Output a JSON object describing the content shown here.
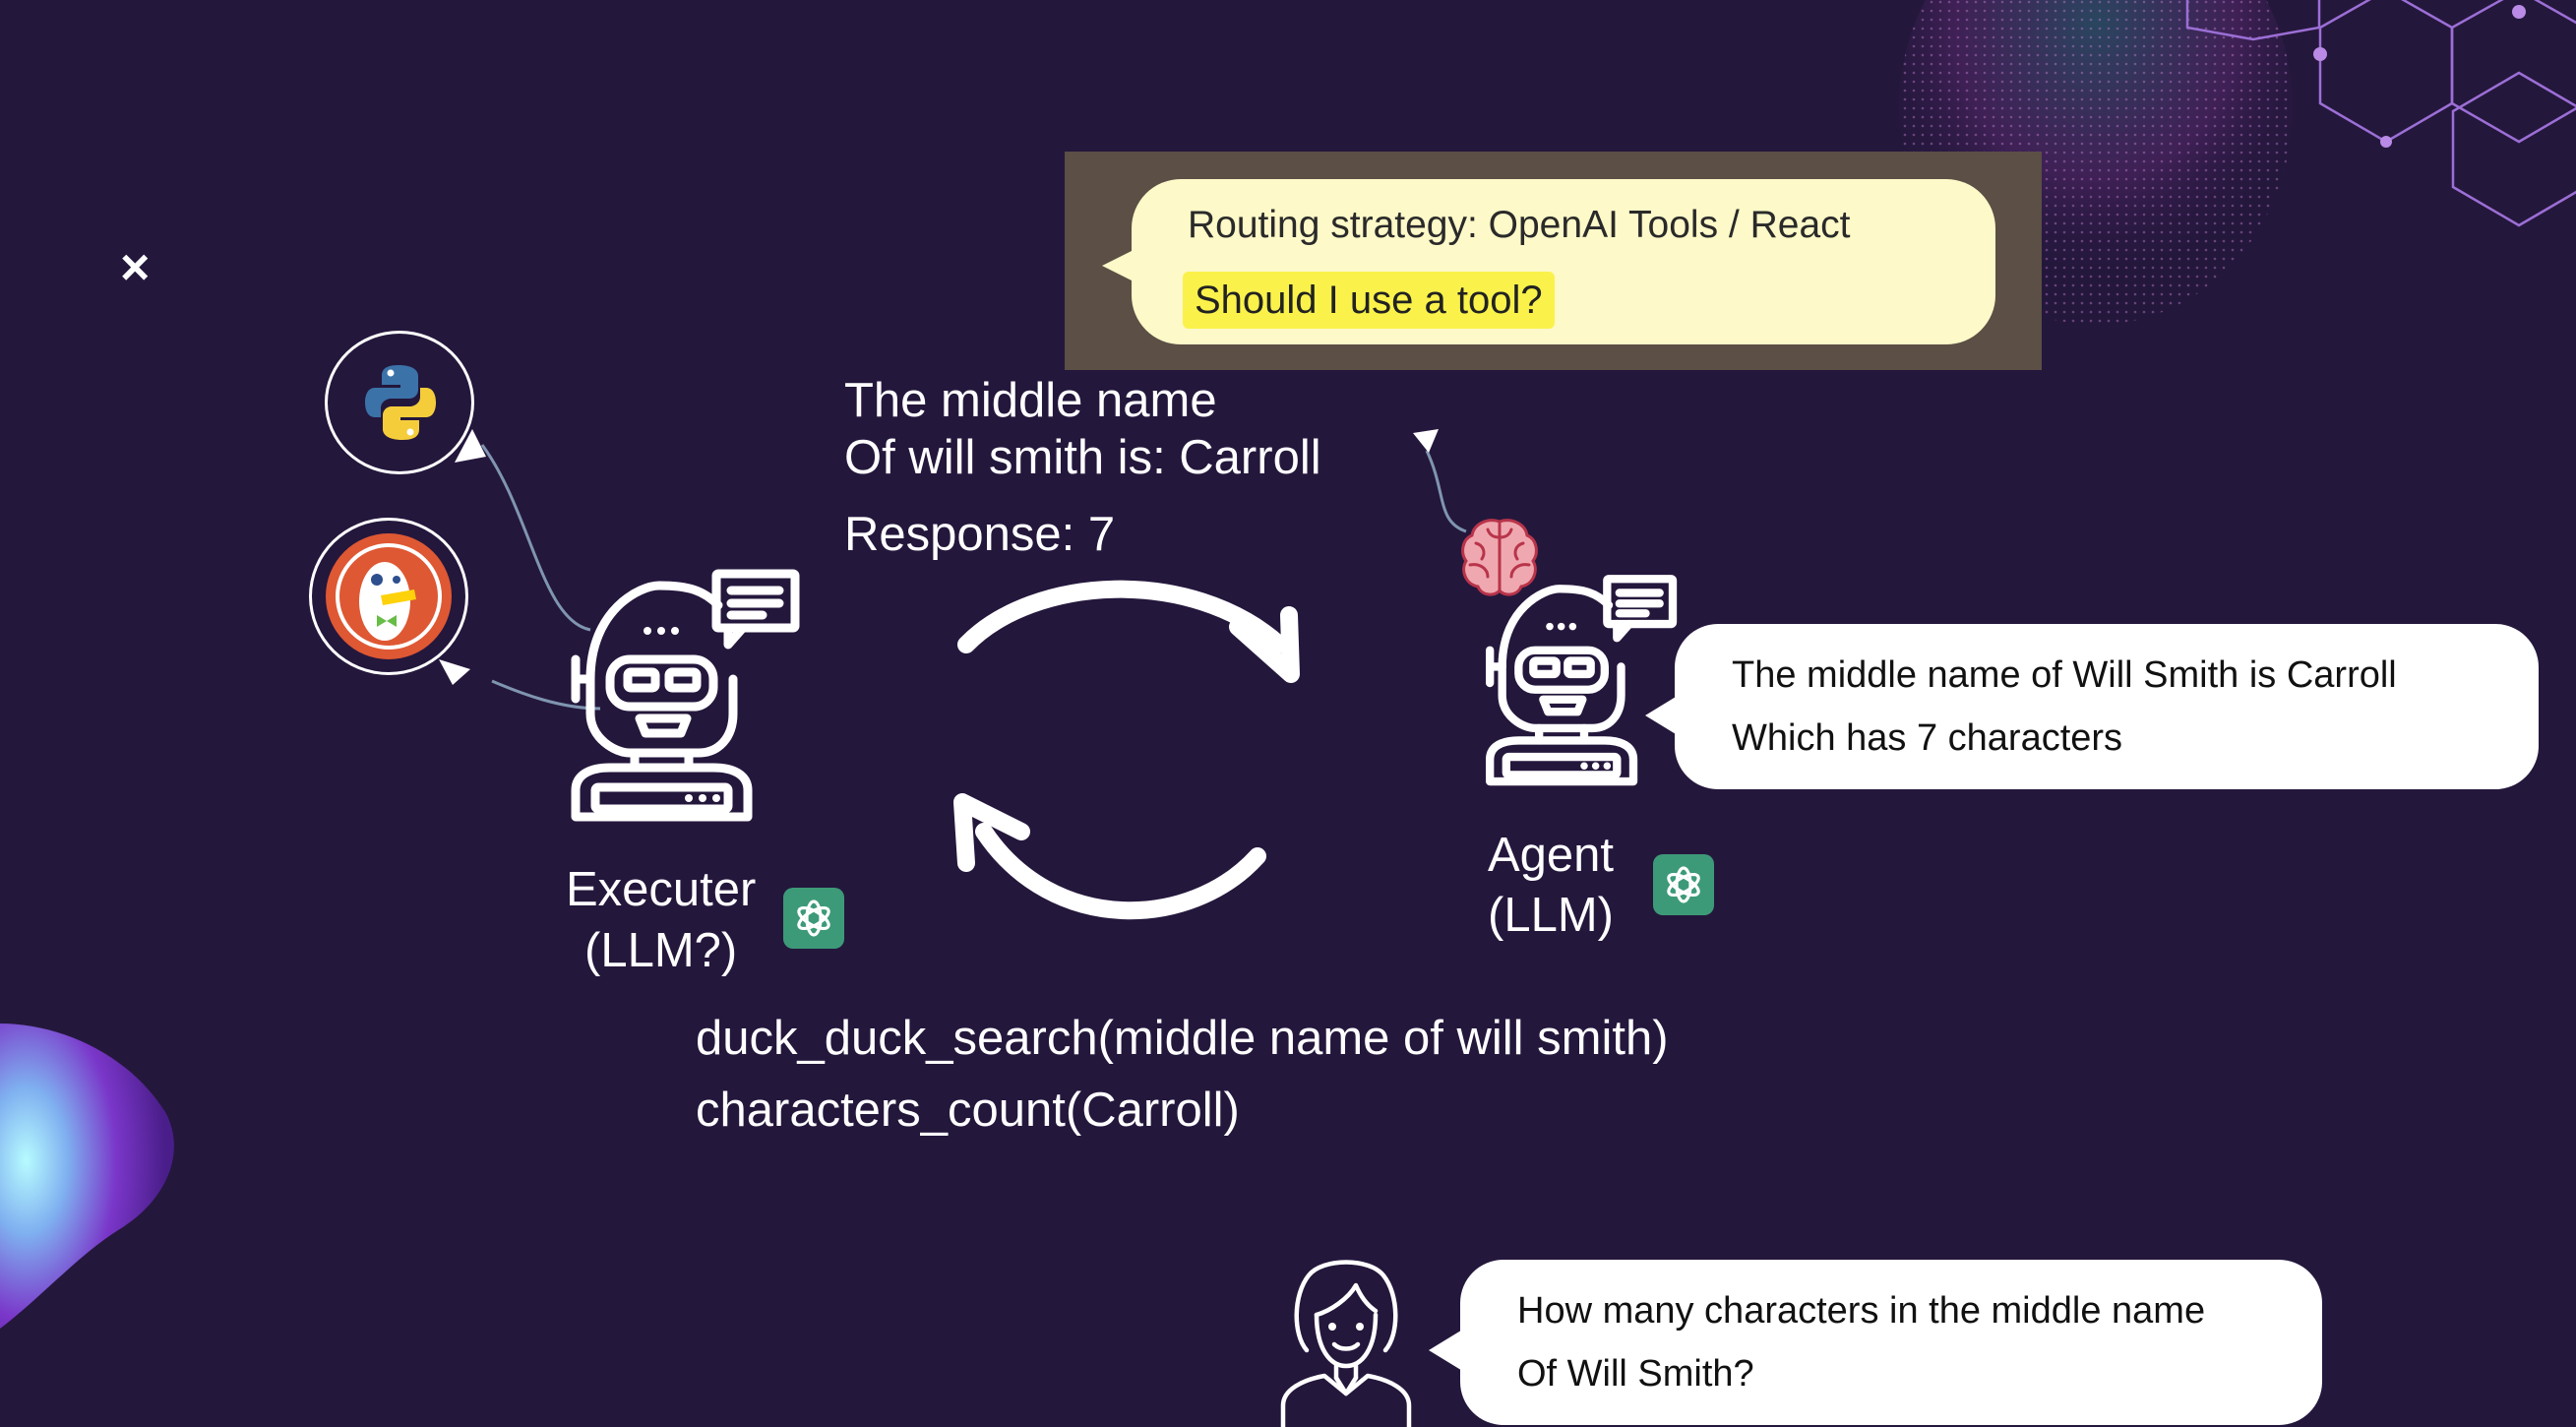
{
  "close_symbol": "×",
  "routing": {
    "strategy": "Routing strategy: OpenAI Tools / React",
    "question": "Should I use a tool?"
  },
  "result_text": {
    "line1": "The middle name",
    "line2": "Of will smith is: Carroll",
    "response": "Response: 7"
  },
  "executer": {
    "line1": "Executer",
    "line2": "(LLM?)"
  },
  "agent": {
    "line1": "Agent",
    "line2": "(LLM)"
  },
  "agent_answer": {
    "line1": "The middle name of Will Smith is Carroll",
    "line2": "Which has 7 characters"
  },
  "tool_calls": {
    "line1": "duck_duck_search(middle name of will smith)",
    "line2": "characters_count(Carroll)"
  },
  "user_question": {
    "line1": "How many characters in the middle name",
    "line2": "Of Will Smith?"
  },
  "icons": [
    "close-icon",
    "python-logo-icon",
    "duckduckgo-logo-icon",
    "robot-icon",
    "brain-icon",
    "openai-logo-icon",
    "user-woman-icon",
    "cycle-arrow-icon"
  ],
  "colors": {
    "background": "#24173c",
    "routing_box": "#5b4f46",
    "routing_bubble": "#fdf9c8",
    "highlight": "#faf24a",
    "openai_green": "#3d9a78",
    "connector": "#7f95b0"
  }
}
